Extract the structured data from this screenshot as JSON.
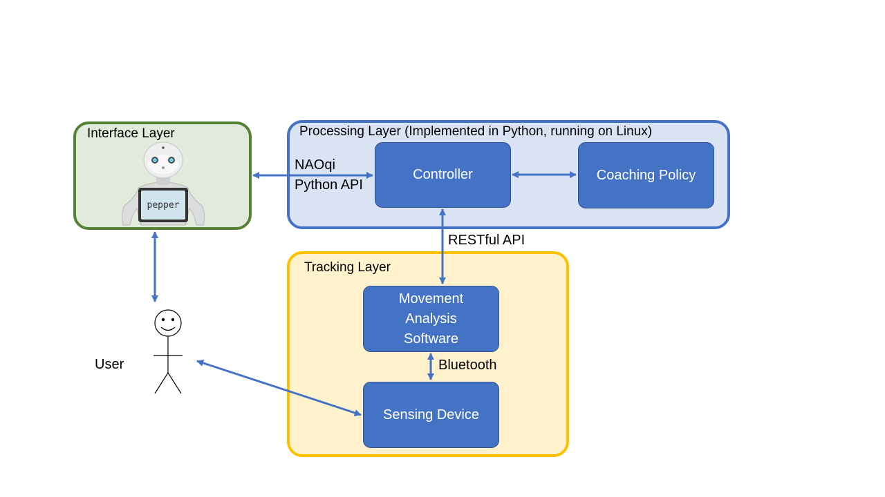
{
  "layers": {
    "interface": {
      "title": "Interface Layer",
      "border": "#548235",
      "fill": "#e2eadb"
    },
    "processing": {
      "title": "Processing Layer (Implemented in Python, running on Linux)",
      "border": "#4472c4",
      "fill": "#dae3f3"
    },
    "tracking": {
      "title": "Tracking Layer",
      "border": "#ffc000",
      "fill": "#fff2cc"
    }
  },
  "blocks": {
    "controller": "Controller",
    "coaching_policy": "Coaching Policy",
    "movement_analysis": [
      "Movement",
      "Analysis",
      "Software"
    ],
    "sensing_device": "Sensing Device"
  },
  "connections": {
    "naoqi_line1": "NAOqi",
    "naoqi_line2": "Python API",
    "restful": "RESTful API",
    "bluetooth": "Bluetooth"
  },
  "user_label": "User",
  "robot": {
    "tablet_text": "pepper"
  },
  "colors": {
    "block": "#4472c4",
    "arrow": "#4472c4"
  }
}
